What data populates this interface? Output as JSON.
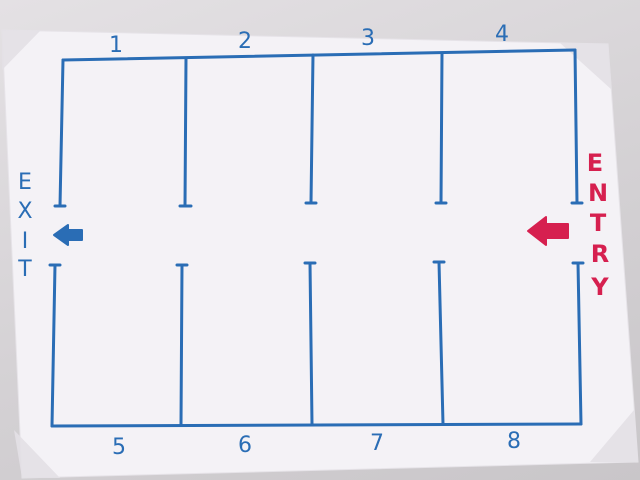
{
  "colors": {
    "line": "#2a6db5",
    "exit_arrow": "#2a6db5",
    "entry_text": "#d6204f",
    "entry_arrow": "#d6204f",
    "paper": "#f4f2f6"
  },
  "slots": {
    "top": [
      "1",
      "2",
      "3",
      "4"
    ],
    "bottom": [
      "5",
      "6",
      "7",
      "8"
    ]
  },
  "exit_label": [
    "E",
    "X",
    "I",
    "T"
  ],
  "entry_label": [
    "E",
    "N",
    "T",
    "R",
    "Y"
  ]
}
